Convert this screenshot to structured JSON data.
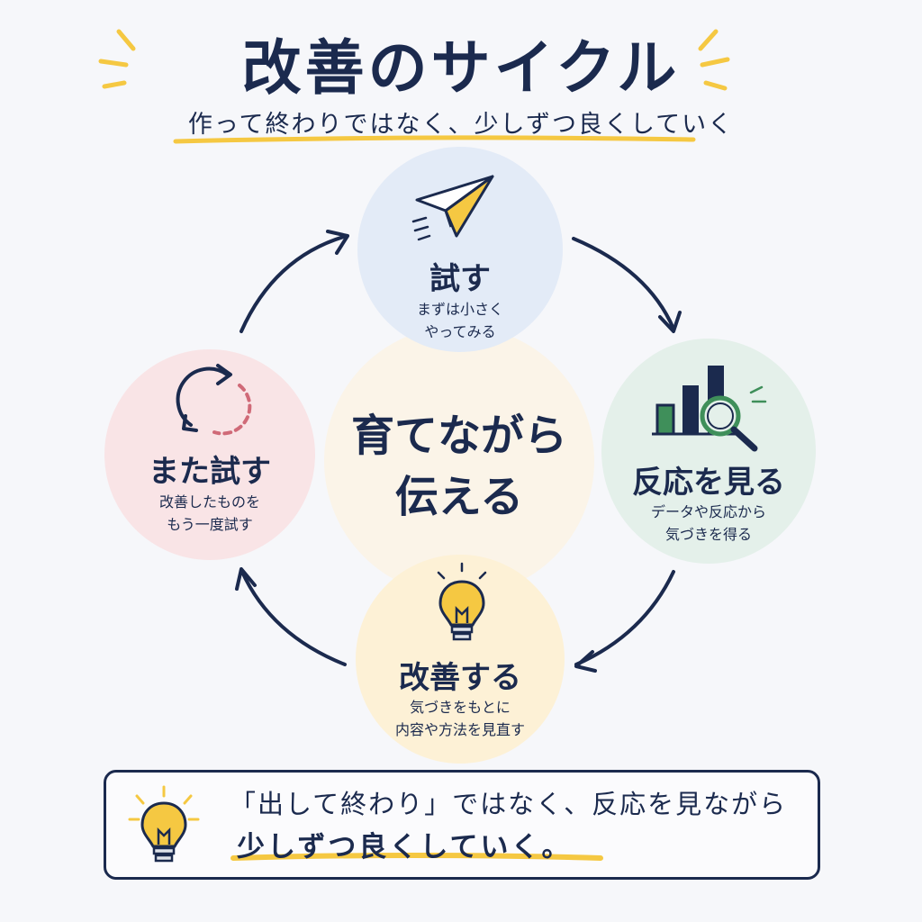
{
  "title": "改善のサイクル",
  "subtitle": "作って終わりではなく、少しずつ良くしていく",
  "center": {
    "line1": "育てながら",
    "line2": "伝える"
  },
  "nodes": {
    "try": {
      "title": "試す",
      "desc1": "まずは小さく",
      "desc2": "やってみる",
      "icon": "paper-plane-icon",
      "color": "#e3ebf7"
    },
    "observe": {
      "title": "反応を見る",
      "desc1": "データや反応から",
      "desc2": "気づきを得る",
      "icon": "bar-chart-magnifier-icon",
      "color": "#e4f0ea"
    },
    "improve": {
      "title": "改善する",
      "desc1": "気づきをもとに",
      "desc2": "内容や方法を見直す",
      "icon": "light-bulb-icon",
      "color": "#fdf1d6"
    },
    "retry": {
      "title": "また試す",
      "desc1": "改善したものを",
      "desc2": "もう一度試す",
      "icon": "refresh-cycle-icon",
      "color": "#f9e4e6"
    }
  },
  "footer": {
    "line1": "「出して終わり」ではなく、反応を見ながら",
    "line2": "少しずつ良くしていく。",
    "icon": "light-bulb-icon"
  },
  "colors": {
    "navy": "#1b2a4e",
    "accent_yellow": "#f5c842",
    "green": "#3f8f5a",
    "pink_dash": "#d06a78"
  }
}
